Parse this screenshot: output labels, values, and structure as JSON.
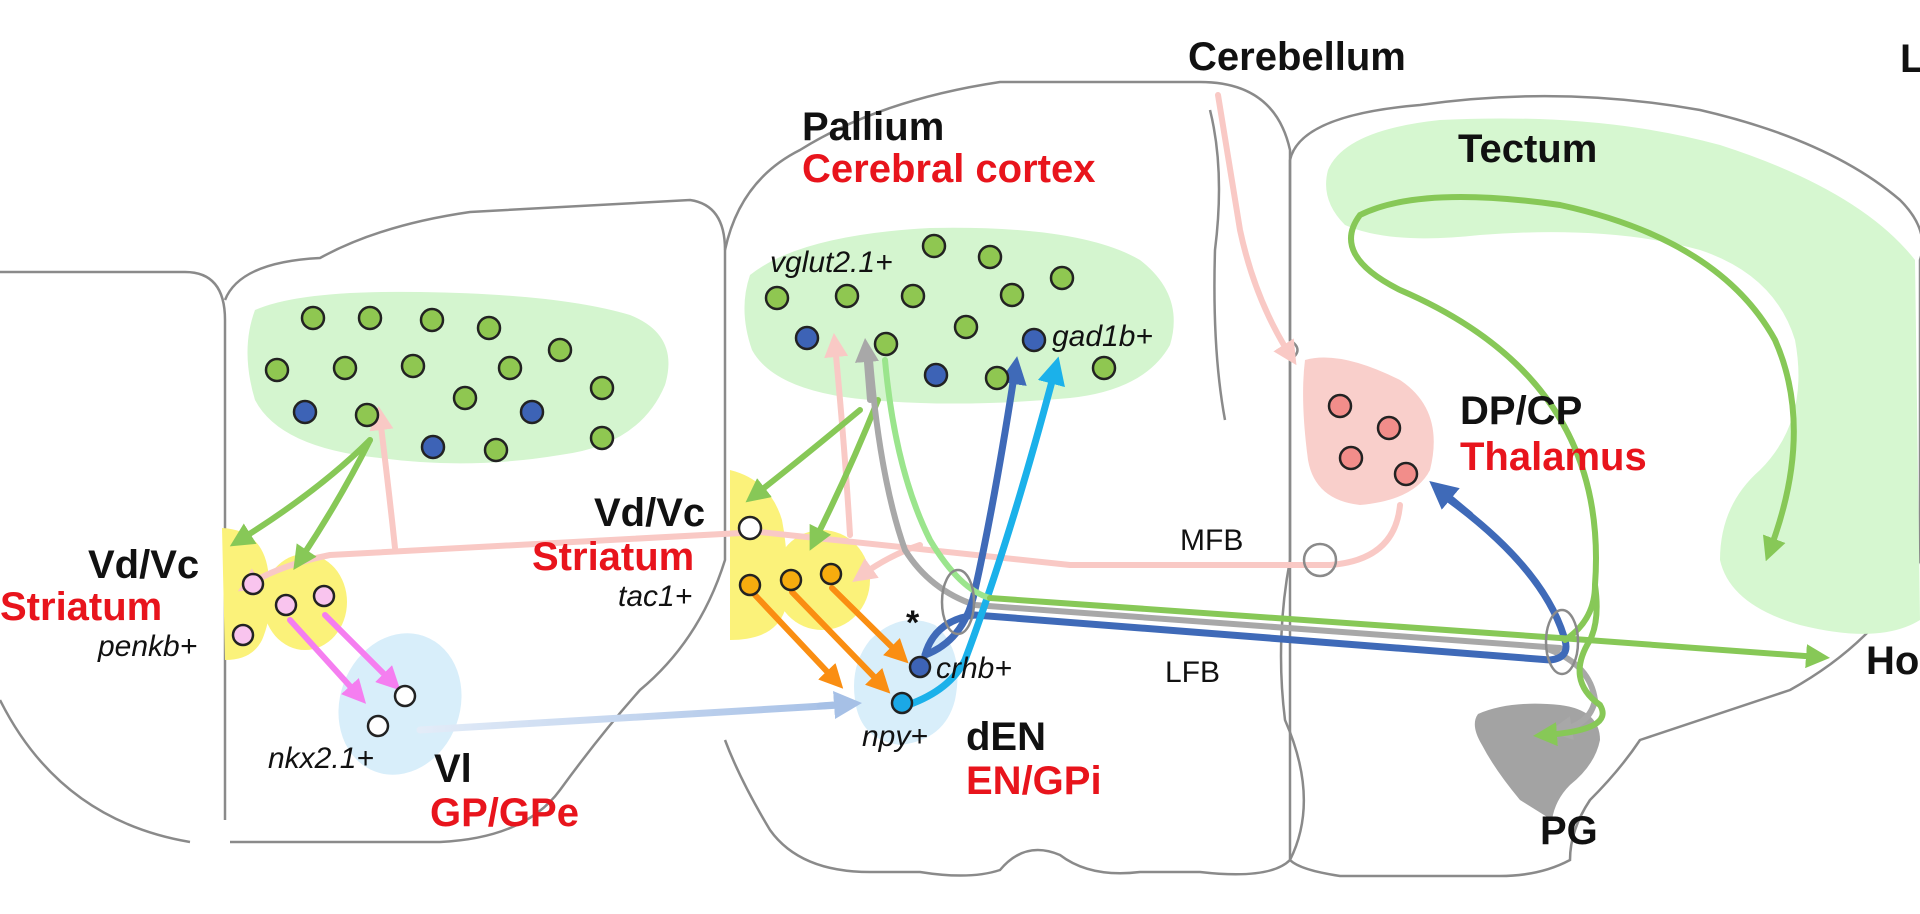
{
  "labels": {
    "cerebellum": "Cerebellum",
    "pallium": "Pallium",
    "cerebral_cortex": "Cerebral cortex",
    "tectum": "Tectum",
    "dp_cp": "DP/CP",
    "thalamus": "Thalamus",
    "mfb": "MFB",
    "lfb": "LFB",
    "pg": "PG",
    "ho": "Ho",
    "corner_letter": "L",
    "vdvc_left": "Vd/Vc",
    "striatum_left": "Striatum",
    "penkb": "penkb+",
    "nkx21": "nkx2.1+",
    "vl": "Vl",
    "gp_gpe": "GP/GPe",
    "vglut21": "vglut2.1+",
    "gad1b": "gad1b+",
    "vdvc_mid": "Vd/Vc",
    "striatum_mid": "Striatum",
    "tac1": "tac1+",
    "crhb": "crhb+",
    "npy": "npy+",
    "den": "dEN",
    "en_gpi": "EN/GPi",
    "asterisk": "*"
  },
  "colors": {
    "label_black": "#111111",
    "label_red": "#e8141c",
    "outline": "#8a8a8a",
    "pallium_fill": "#d4f5cf",
    "striatum_fill": "#fbf27a",
    "pallidum_fill": "#d8eefa",
    "thalamus_fill": "#f9cfcb",
    "tectum_fill": "#d6f7d0",
    "pg_fill": "#a3a3a3",
    "cell_green": "#8fc751",
    "cell_blue": "#3d63b6",
    "cell_pink": "#f9c4ee",
    "cell_orange": "#f6ac0e",
    "cell_cyan": "#1ba8e6",
    "cell_red": "#f28d8a",
    "cell_white": "#ffffff",
    "arrow_green": "#87c857",
    "arrow_lightgreen": "#9be58d",
    "arrow_pink": "#f9c9c5",
    "arrow_magenta": "#f57ef0",
    "arrow_orange": "#fa8e12",
    "arrow_blue": "#3f6ab8",
    "arrow_cyan": "#1bb1ea",
    "arrow_gray": "#a8a8a8",
    "arrow_paleblue": "#a6c0e6"
  }
}
